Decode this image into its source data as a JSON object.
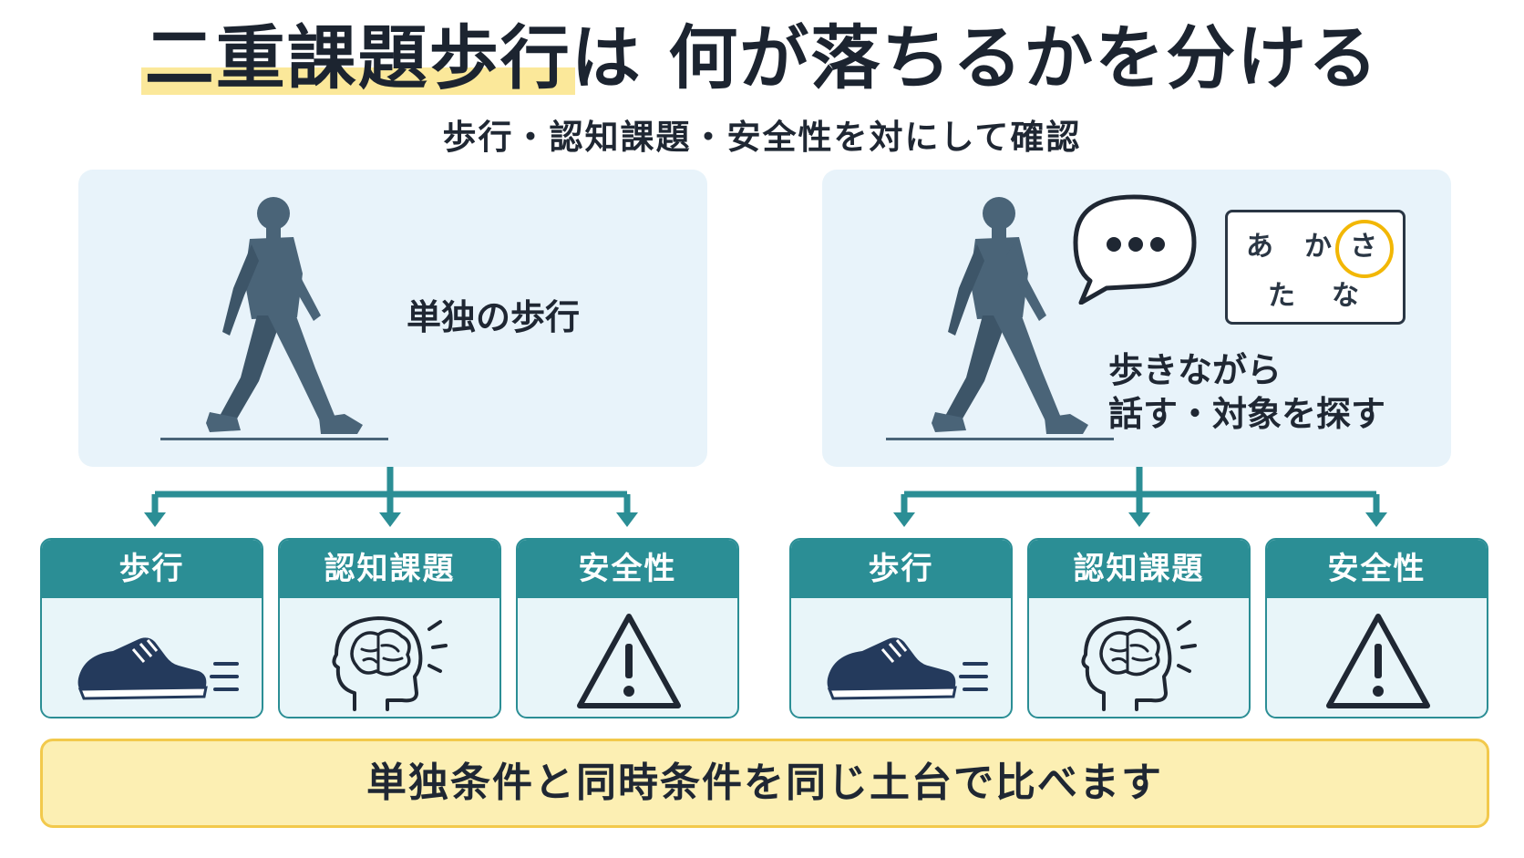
{
  "title": {
    "highlight": "二重課題歩行",
    "rest": "は 何が落ちるかを分ける"
  },
  "subtitle": "歩行・認知課題・安全性を対にして確認",
  "left_panel": {
    "label": "単独の歩行"
  },
  "right_panel": {
    "label_line1": "歩きながら",
    "label_line2": "話す・対象を探す",
    "letters": [
      "あ",
      "か",
      "さ",
      "た",
      "な"
    ],
    "highlighted_letter": "さ"
  },
  "left_cards": [
    {
      "label": "歩行",
      "icon": "shoe-icon"
    },
    {
      "label": "認知課題",
      "icon": "brain-head-icon"
    },
    {
      "label": "安全性",
      "icon": "warning-icon"
    }
  ],
  "right_cards": [
    {
      "label": "歩行",
      "icon": "shoe-icon"
    },
    {
      "label": "認知課題",
      "icon": "brain-head-icon"
    },
    {
      "label": "安全性",
      "icon": "warning-icon"
    }
  ],
  "footer": "単独条件と同時条件を同じ土台で比べます",
  "colors": {
    "teal": "#2b8e95",
    "figure": "#4a6478",
    "highlight": "#fbe89a",
    "panel_bg": "#e8f3fa",
    "footer_bg": "#fcefb3",
    "ring": "#f2b705"
  }
}
